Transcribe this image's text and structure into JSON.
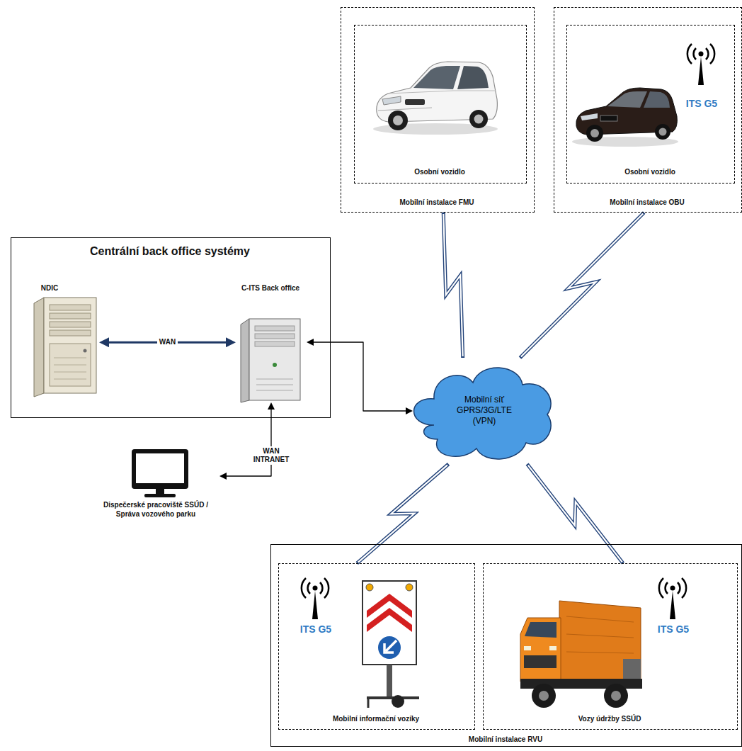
{
  "diagram": {
    "nodes": [
      {
        "text": [
          "Mobilní instalace FMU"
        ]
      },
      {
        "text": [
          "Osobní vozidlo"
        ],
        "in": 0
      },
      {
        "text": [
          "Mobilní instalace OBU"
        ]
      },
      {
        "text": [
          "ITS G5",
          "Osobní vozidlo"
        ],
        "in": 2
      },
      {
        "text": [
          "Centrální back office systémy"
        ]
      },
      {
        "text": [
          "NDIC"
        ],
        "in": 4
      },
      {
        "text": [
          "C-ITS Back office"
        ],
        "in": 4
      },
      {
        "text": [
          "Mobilní síť GPRS/3G/LTE (VPN)"
        ]
      },
      {
        "text": [
          "Dispečerské pracoviště SSÚD / Správa vozového parku"
        ]
      },
      {
        "text": [
          "Mobilní instalace RVU"
        ]
      },
      {
        "text": [
          "ITS G5",
          "Mobilní informační vozíky"
        ],
        "in": 9
      },
      {
        "text": [
          "ITS G5",
          "Vozy údržby SSÚD"
        ],
        "in": 9
      }
    ],
    "edges": [
      {
        "from": 5,
        "to": 6,
        "label": "WAN",
        "arrow": "both"
      },
      {
        "from": 6,
        "to": 7,
        "arrow": "both"
      },
      {
        "from": 6,
        "to": 8,
        "label": "WAN INTRANET",
        "arrow": "both"
      },
      {
        "from": 7,
        "to": 0,
        "arrow": "none"
      },
      {
        "from": 7,
        "to": 2,
        "arrow": "none"
      },
      {
        "from": 7,
        "to": 10,
        "arrow": "none"
      },
      {
        "from": 7,
        "to": 11,
        "arrow": "none"
      }
    ]
  }
}
